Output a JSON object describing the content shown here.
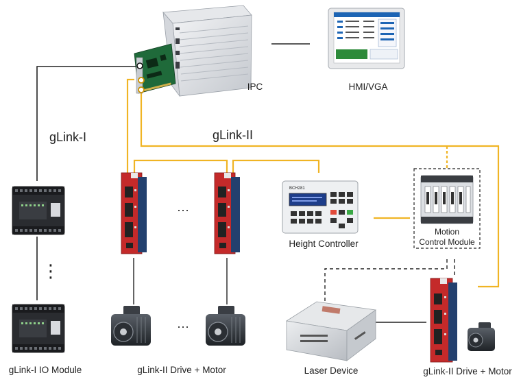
{
  "labels": {
    "ipc": "IPC",
    "hmi": "HMI/VGA",
    "glink1": "gLink-I",
    "glink2": "gLink-II",
    "ellipsis_h1": "···",
    "ellipsis_h2": "···",
    "ellipsis_v": "⋮",
    "height_controller": "Height Controller",
    "motion_line1": "Motion",
    "motion_line2": "Control Module",
    "io_module": "gLink-I IO Module",
    "drive_motor_left": "gLink-II Drive + Motor",
    "laser_device": "Laser Device",
    "drive_motor_right": "gLink-II Drive + Motor",
    "panel_brand": "BCH281"
  },
  "colors": {
    "glink2_line": "#f0b424",
    "glink1_line": "#222222",
    "drive_red": "#c42a2a",
    "drive_blue": "#23406e",
    "pcb_green": "#1f6a3a",
    "hmi_blue": "#1c64b4"
  },
  "icons": {
    "ipc": "industrial-pc-icon",
    "hmi": "hmi-monitor-icon",
    "drive": "servo-drive-icon",
    "motor": "servo-motor-icon",
    "io": "io-module-icon",
    "height": "height-controller-icon",
    "motion": "motion-control-module-icon",
    "laser": "laser-device-icon"
  }
}
